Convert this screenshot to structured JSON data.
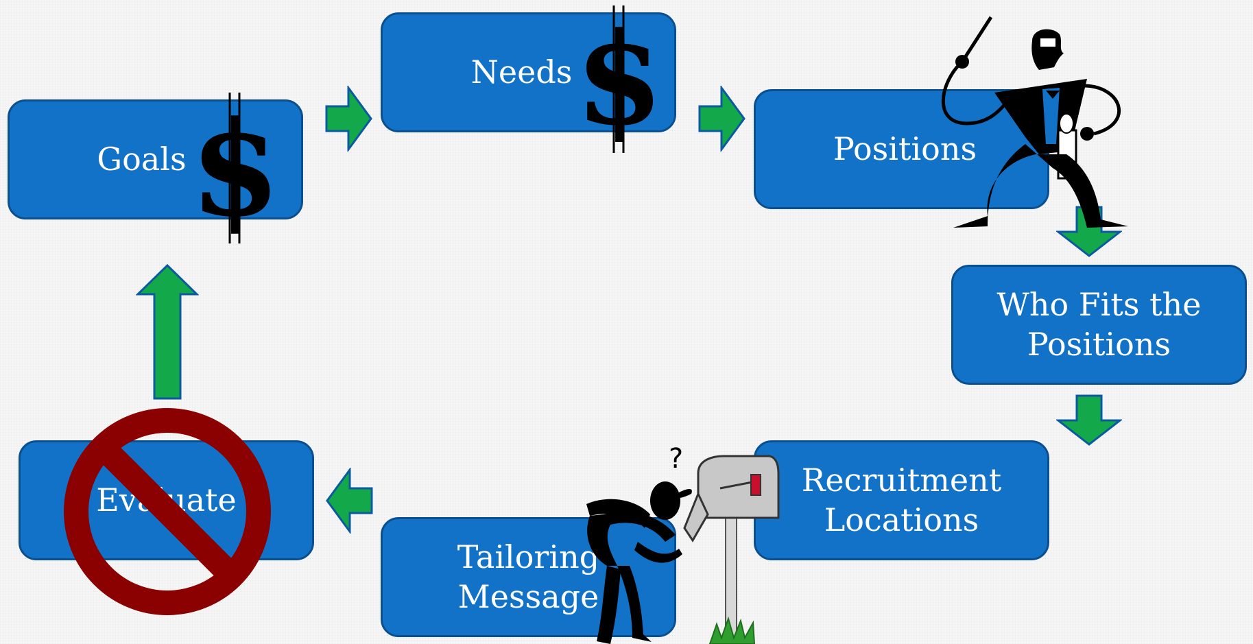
{
  "steps": {
    "goals": "Goals",
    "needs": "Needs",
    "positions": "Positions",
    "who_fits_line1": "Who Fits the",
    "who_fits_line2": "Positions",
    "recruitment_line1": "Recruitment",
    "recruitment_line2": "Locations",
    "tailoring_line1": "Tailoring",
    "tailoring_line2": "Message",
    "evaluate": "Evaluate"
  },
  "clipart": {
    "dollar_glyph": "$",
    "question_glyph": "?"
  },
  "colors": {
    "box_fill": "#1272c8",
    "box_border": "#0b4f8e",
    "arrow_fill": "#13a84a",
    "arrow_border": "#0b5aa0",
    "prohibition": "#8b0000"
  }
}
